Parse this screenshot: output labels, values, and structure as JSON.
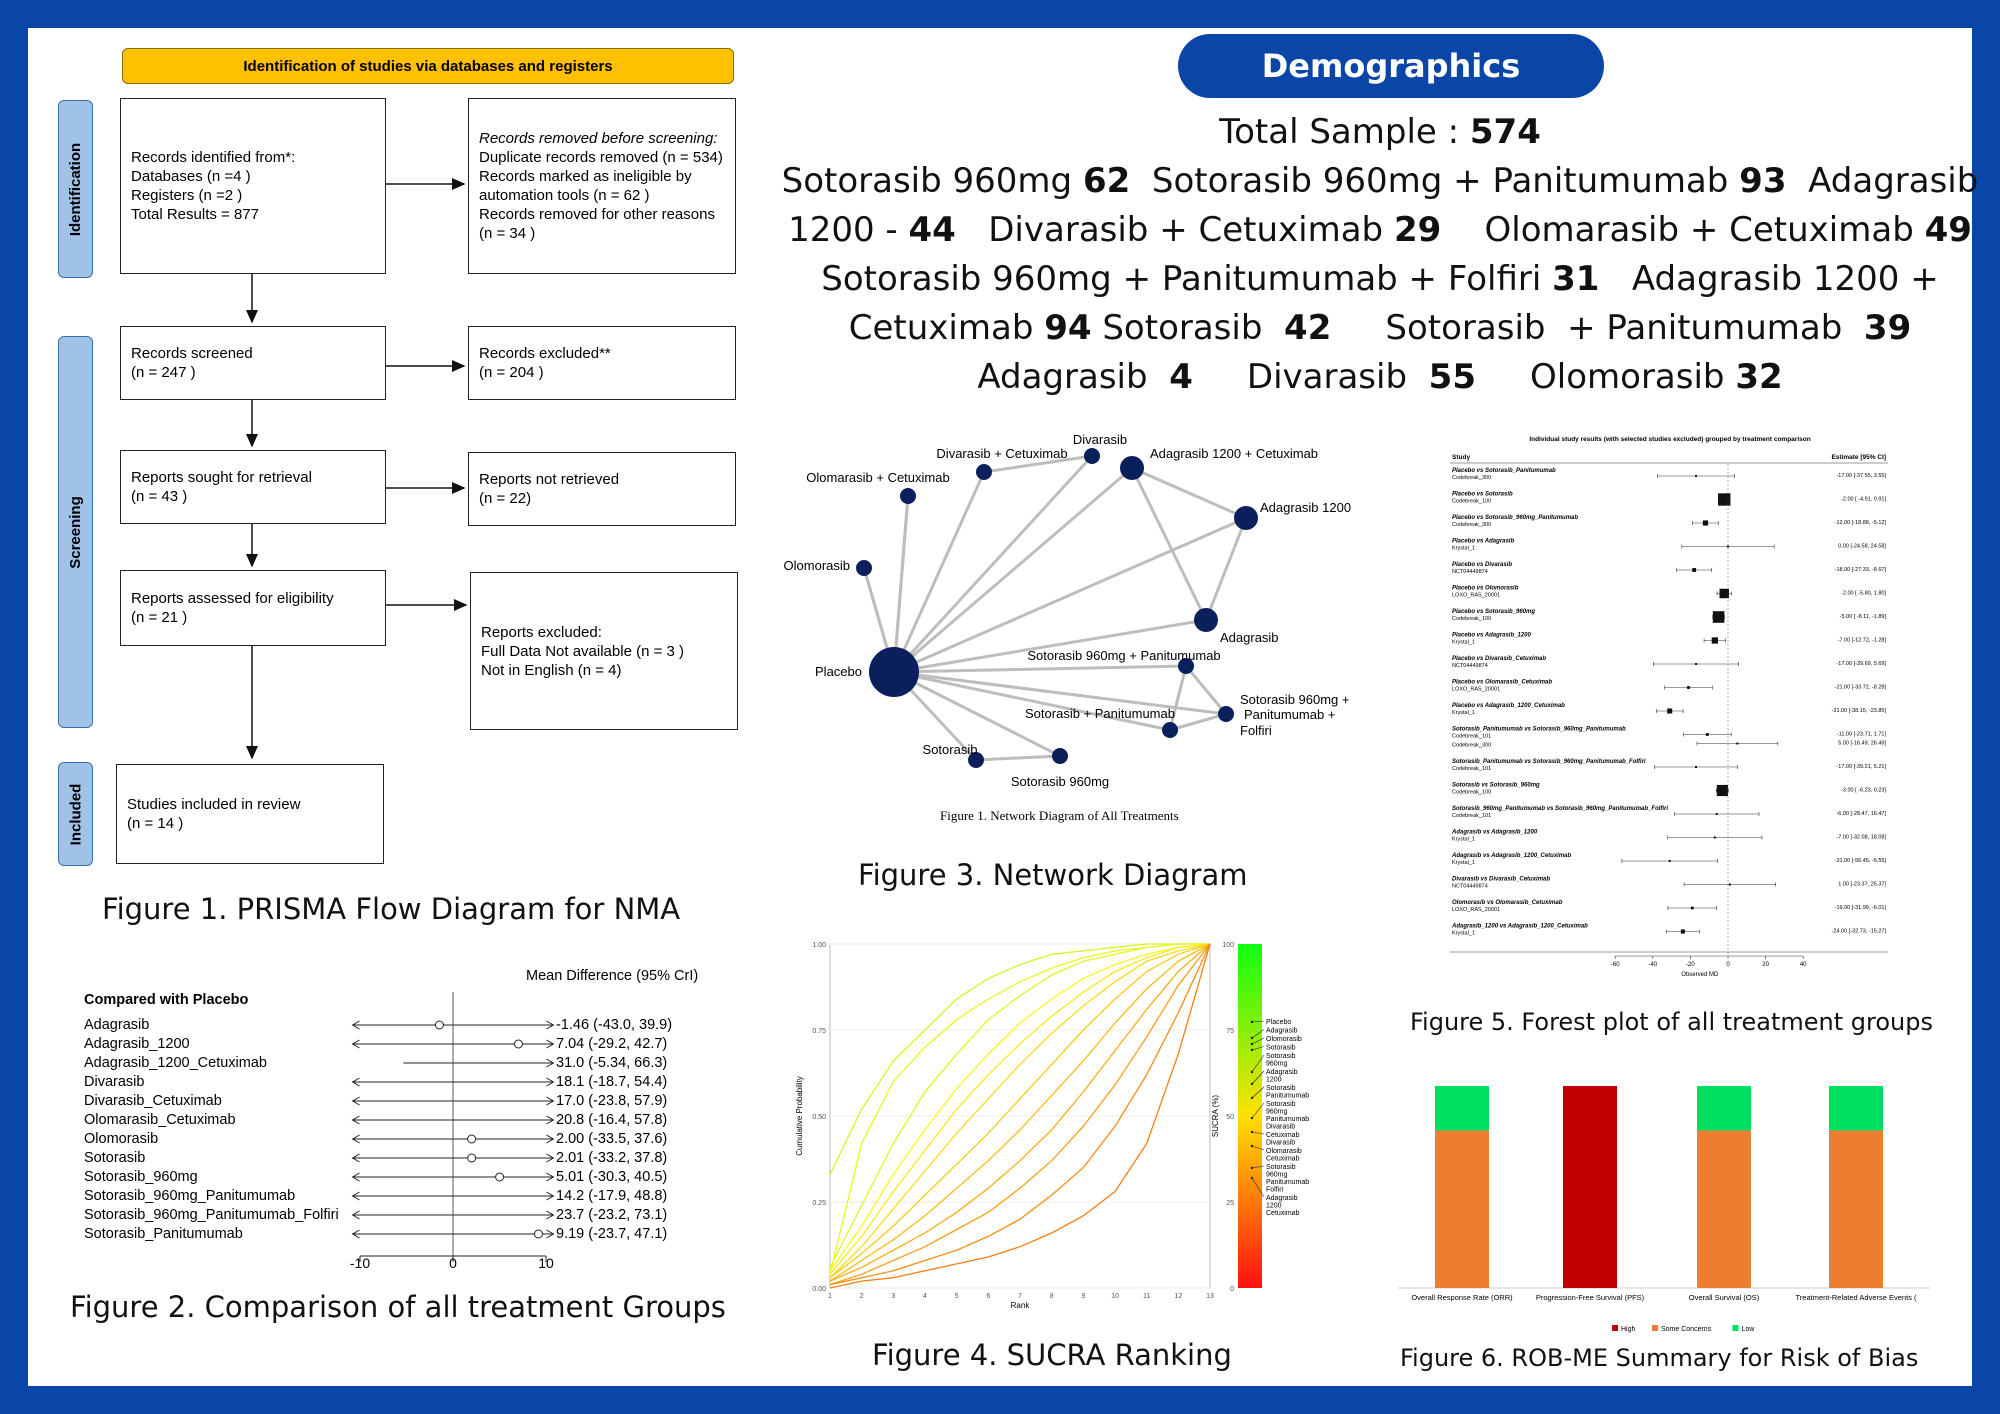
{
  "prisma": {
    "header": "Identification of studies via databases and registers",
    "stages": [
      "Identification",
      "Screening",
      "Included"
    ],
    "boxes": {
      "identified": [
        "Records identified from*:",
        "Databases (n =4 )",
        "Registers (n =2 )",
        "Total Results = 877"
      ],
      "removed_before": [
        "Records removed before screening:",
        "Duplicate records removed  (n = 534)",
        "Records marked as ineligible by automation tools (n = 62 )",
        "Records removed for other reasons (n = 34 )"
      ],
      "screened": [
        "Records screened",
        "(n = 247 )"
      ],
      "excluded": [
        "Records excluded**",
        "(n = 204 )"
      ],
      "sought": [
        "Reports sought for retrieval",
        "(n = 43 )"
      ],
      "not_retrieved": [
        "Reports not retrieved",
        "(n = 22)"
      ],
      "assessed": [
        "Reports assessed for eligibility",
        "(n = 21 )"
      ],
      "reports_excluded": [
        "Reports excluded:",
        "Full Data Not available (n = 3 )",
        "Not in English (n = 4)"
      ],
      "included": [
        "Studies included in review",
        "(n = 14 )"
      ]
    }
  },
  "captions": {
    "fig1": "Figure 1. PRISMA Flow Diagram for NMA",
    "fig2": "Figure 2. Comparison of all treatment Groups",
    "fig3": "Figure 3. Network Diagram",
    "fig4": "Figure 4. SUCRA Ranking",
    "fig5": "Figure 5. Forest plot of all treatment groups",
    "fig6": "Figure 6. ROB-ME Summary for Risk of Bias"
  },
  "demographics": {
    "title": "Demographics",
    "total_label": "Total Sample : ",
    "total_value": "574",
    "lines": [
      [
        [
          "Sotorasib 960mg ",
          "62"
        ],
        [
          "  Sotorasib 960mg + Panitumumab ",
          "93"
        ],
        [
          "  Adagrasib",
          ""
        ]
      ],
      [
        [
          "1200 - ",
          "44"
        ],
        [
          "   Divarasib + Cetuximab ",
          "29"
        ],
        [
          "    Olomarasib + Cetuximab ",
          "49"
        ]
      ],
      [
        [
          "Sotorasib 960mg + Panitumumab + Folfiri ",
          "31"
        ],
        [
          "   Adagrasib 1200 +",
          ""
        ]
      ],
      [
        [
          "Cetuximab ",
          "94"
        ],
        [
          " Sotorasib  ",
          "42"
        ],
        [
          "     Sotorasib  + Panitumumab  ",
          "39"
        ]
      ],
      [
        [
          "Adagrasib  ",
          "4"
        ],
        [
          "     Divarasib  ",
          "55"
        ],
        [
          "     Olomorasib ",
          "32"
        ]
      ]
    ]
  },
  "network": {
    "caption": "Figure 1. Network Diagram of All Treatments",
    "nodes": [
      {
        "label": "Placebo",
        "size": 7
      },
      {
        "label": "Divarasib + Cetuximab",
        "size": 2
      },
      {
        "label": "Divarasib",
        "size": 2
      },
      {
        "label": "Adagrasib 1200 + Cetuximab",
        "size": 3
      },
      {
        "label": "Olomarasib + Cetuximab",
        "size": 2
      },
      {
        "label": "Adagrasib 1200",
        "size": 3
      },
      {
        "label": "Olomorasib",
        "size": 2
      },
      {
        "label": "Adagrasib",
        "size": 3
      },
      {
        "label": "Sotorasib 960mg + Panitumumab",
        "size": 2
      },
      {
        "label": "Sotorasib 960mg + Panitumumab + Folfiri",
        "size": 2
      },
      {
        "label": "Sotorasib + Panitumumab",
        "size": 2
      },
      {
        "label": "Sotorasib",
        "size": 2
      },
      {
        "label": "Sotorasib 960mg",
        "size": 2
      }
    ]
  },
  "forest_placebo": {
    "header": "Compared with Placebo",
    "col_header": "Mean Difference (95% CrI)",
    "rows": [
      {
        "name": "Adagrasib",
        "text": "-1.46 (-43.0, 39.9)",
        "est": -1.46,
        "lo": -43.0,
        "hi": 39.9
      },
      {
        "name": "Adagrasib_1200",
        "text": "7.04 (-29.2, 42.7)",
        "est": 7.04,
        "lo": -29.2,
        "hi": 42.7
      },
      {
        "name": "Adagrasib_1200_Cetuximab",
        "text": "31.0 (-5.34, 66.3)",
        "est": 31.0,
        "lo": -5.34,
        "hi": 66.3
      },
      {
        "name": "Divarasib",
        "text": "18.1 (-18.7, 54.4)",
        "est": 18.1,
        "lo": -18.7,
        "hi": 54.4
      },
      {
        "name": "Divarasib_Cetuximab",
        "text": "17.0 (-23.8, 57.9)",
        "est": 17.0,
        "lo": -23.8,
        "hi": 57.9
      },
      {
        "name": "Olomarasib_Cetuximab",
        "text": "20.8 (-16.4, 57.8)",
        "est": 20.8,
        "lo": -16.4,
        "hi": 57.8
      },
      {
        "name": "Olomorasib",
        "text": "2.00 (-33.5, 37.6)",
        "est": 2.0,
        "lo": -33.5,
        "hi": 37.6
      },
      {
        "name": "Sotorasib",
        "text": "2.01 (-33.2, 37.8)",
        "est": 2.01,
        "lo": -33.2,
        "hi": 37.8
      },
      {
        "name": "Sotorasib_960mg",
        "text": "5.01 (-30.3, 40.5)",
        "est": 5.01,
        "lo": -30.3,
        "hi": 40.5
      },
      {
        "name": "Sotorasib_960mg_Panitumumab",
        "text": "14.2 (-17.9, 48.8)",
        "est": 14.2,
        "lo": -17.9,
        "hi": 48.8
      },
      {
        "name": "Sotorasib_960mg_Panitumumab_Folfiri",
        "text": "23.7 (-23.2, 73.1)",
        "est": 23.7,
        "lo": -23.2,
        "hi": 73.1
      },
      {
        "name": "Sotorasib_Panitumumab",
        "text": "9.19 (-23.7, 47.1)",
        "est": 9.19,
        "lo": -23.7,
        "hi": 47.1
      }
    ],
    "ticks": [
      "-10",
      "0",
      "10"
    ]
  },
  "chart_data": [
    {
      "type": "line",
      "title": "",
      "xlabel": "Rank",
      "ylabel": "Cumulative Probability",
      "x": [
        1,
        2,
        3,
        4,
        5,
        6,
        7,
        8,
        9,
        10,
        11,
        12,
        13
      ],
      "xlim": [
        1,
        13
      ],
      "ylim": [
        0,
        1
      ],
      "yticks": [
        "0.00",
        "0.25",
        "0.50",
        "0.75",
        "1.00"
      ],
      "colorbar_label": "SUCRA (%)",
      "colorbar_ticks": [
        "0",
        "25",
        "50",
        "75",
        "100"
      ],
      "series": [
        {
          "values": [
            0.33,
            0.52,
            0.66,
            0.75,
            0.84,
            0.9,
            0.94,
            0.97,
            0.98,
            0.99,
            1.0,
            1.0,
            1.0
          ]
        },
        {
          "values": [
            0.06,
            0.24,
            0.42,
            0.57,
            0.68,
            0.78,
            0.85,
            0.91,
            0.95,
            0.97,
            0.99,
            1.0,
            1.0
          ]
        },
        {
          "values": [
            0.04,
            0.42,
            0.6,
            0.7,
            0.78,
            0.84,
            0.89,
            0.93,
            0.96,
            0.98,
            0.99,
            1.0,
            1.0
          ]
        },
        {
          "values": [
            0.05,
            0.18,
            0.33,
            0.46,
            0.58,
            0.68,
            0.77,
            0.84,
            0.9,
            0.94,
            0.97,
            0.99,
            1.0
          ]
        },
        {
          "values": [
            0.04,
            0.15,
            0.28,
            0.4,
            0.52,
            0.62,
            0.71,
            0.79,
            0.86,
            0.92,
            0.96,
            0.99,
            1.0
          ]
        },
        {
          "values": [
            0.03,
            0.12,
            0.23,
            0.34,
            0.45,
            0.55,
            0.65,
            0.74,
            0.82,
            0.89,
            0.95,
            0.98,
            1.0
          ]
        },
        {
          "values": [
            0.03,
            0.1,
            0.18,
            0.27,
            0.36,
            0.45,
            0.55,
            0.65,
            0.75,
            0.84,
            0.92,
            0.97,
            1.0
          ]
        },
        {
          "values": [
            0.02,
            0.08,
            0.14,
            0.21,
            0.29,
            0.37,
            0.46,
            0.56,
            0.66,
            0.77,
            0.87,
            0.95,
            1.0
          ]
        },
        {
          "values": [
            0.02,
            0.06,
            0.11,
            0.16,
            0.22,
            0.29,
            0.37,
            0.46,
            0.57,
            0.69,
            0.81,
            0.92,
            1.0
          ]
        },
        {
          "values": [
            0.01,
            0.04,
            0.08,
            0.12,
            0.17,
            0.22,
            0.29,
            0.37,
            0.47,
            0.59,
            0.73,
            0.88,
            1.0
          ]
        },
        {
          "values": [
            0.01,
            0.03,
            0.05,
            0.08,
            0.11,
            0.15,
            0.2,
            0.27,
            0.35,
            0.47,
            0.62,
            0.8,
            1.0
          ]
        },
        {
          "values": [
            0.0,
            0.02,
            0.03,
            0.05,
            0.07,
            0.09,
            0.12,
            0.16,
            0.21,
            0.28,
            0.42,
            0.68,
            1.0
          ]
        }
      ],
      "sucra_labels": [
        "Placebo",
        "Adagrasib",
        "Olomorasib",
        "Sotorasib",
        "Sotorasib 960mg",
        "Adagrasib 1200",
        "Sotorasib Panitumumab",
        "Sotorasib 960mg Panitumumab Divarasib",
        "Cetuximab Divarasib",
        "Olomarasib Cetuximab",
        "Sotorasib 960mg Panitumumab Folfiri",
        "Adagrasib 1200 Cetuximab"
      ]
    },
    {
      "type": "bar",
      "title": "",
      "stacked": true,
      "categories": [
        "Overall Response Rate (ORR)",
        "Progression-Free Survival (PFS)",
        "Overall Survival (OS)",
        "Treatment-Related Adverse Events (TRAEs)"
      ],
      "series": [
        {
          "name": "High",
          "color": "#c00000",
          "values": [
            0,
            100,
            0,
            0
          ]
        },
        {
          "name": "Some Concerns",
          "color": "#ed7d31",
          "values": [
            78,
            0,
            78,
            78
          ]
        },
        {
          "name": "Low",
          "color": "#00e060",
          "values": [
            22,
            0,
            22,
            22
          ]
        }
      ],
      "ylim": [
        0,
        100
      ]
    },
    {
      "type": "scatter",
      "title": "Individual study results (with selected studies excluded) grouped by treatment comparison",
      "col_study": "Study",
      "col_est": "Estimate [95% CI]",
      "xlabel": "Observed MD",
      "xticks": [
        "-60",
        "-40",
        "-20",
        "0",
        "20",
        "40"
      ],
      "xlim": [
        -60,
        40
      ],
      "groups": [
        {
          "name": "Placebo vs Sotorasib_Panitumumab",
          "studies": [
            {
              "id": "Codebreak_300",
              "text": "-17.00 [-37.55,  3.55]",
              "est": -17,
              "lo": -37.55,
              "hi": 3.55
            }
          ]
        },
        {
          "name": "Placebo vs Sotorasib",
          "studies": [
            {
              "id": "Codebreak_100",
              "text": "-2.00 [ -4.91,  0.91]",
              "est": -2,
              "lo": -4.91,
              "hi": 0.91
            }
          ]
        },
        {
          "name": "Placebo vs Sotorasib_960mg_Panitumumab",
          "studies": [
            {
              "id": "Codebreak_300",
              "text": "-12.00 [-18.88, -5.12]",
              "est": -12,
              "lo": -18.88,
              "hi": -5.12
            }
          ]
        },
        {
          "name": "Placebo vs Adagrasib",
          "studies": [
            {
              "id": "Krystal_1",
              "text": "0.00 [-24.58, 24.58]",
              "est": 0,
              "lo": -24.58,
              "hi": 24.58
            }
          ]
        },
        {
          "name": "Placebo vs Divarasib",
          "studies": [
            {
              "id": "NCT04449874",
              "text": "-18.00 [-27.33, -8.67]",
              "est": -18,
              "lo": -27.33,
              "hi": -8.67
            }
          ]
        },
        {
          "name": "Placebo vs Olomorasib",
          "studies": [
            {
              "id": "LOXO_RAS_20001",
              "text": "-2.00 [ -5.80,  1.80]",
              "est": -2,
              "lo": -5.8,
              "hi": 1.8
            }
          ]
        },
        {
          "name": "Placebo vs Sotorasib_960mg",
          "studies": [
            {
              "id": "Codebreak_100",
              "text": "-5.00 [ -8.11, -1.89]",
              "est": -5,
              "lo": -8.11,
              "hi": -1.89
            }
          ]
        },
        {
          "name": "Placebo vs Adagrasib_1200",
          "studies": [
            {
              "id": "Krystal_1",
              "text": "-7.00 [-12.72, -1.28]",
              "est": -7,
              "lo": -12.72,
              "hi": -1.28
            }
          ]
        },
        {
          "name": "Placebo vs Divarasib_Cetuximab",
          "studies": [
            {
              "id": "NCT04449874",
              "text": "-17.00 [-39.69,  5.69]",
              "est": -17,
              "lo": -39.69,
              "hi": 5.69
            }
          ]
        },
        {
          "name": "Placebo vs Olomarasib_Cetuximab",
          "studies": [
            {
              "id": "LOXO_RAS_20001",
              "text": "-21.00 [-33.72, -8.28]",
              "est": -21,
              "lo": -33.72,
              "hi": -8.28
            }
          ]
        },
        {
          "name": "Placebo vs Adagrasib_1200_Cetuximab",
          "studies": [
            {
              "id": "Krystal_1",
              "text": "-31.00 [-38.15, -23.85]",
              "est": -31,
              "lo": -38.15,
              "hi": -23.85
            }
          ]
        },
        {
          "name": "Sotorasib_Panitumumab vs Sotorasib_960mg_Panitumumab",
          "studies": [
            {
              "id": "Codebreak_101",
              "text": "-11.00 [-23.71,  1.71]",
              "est": -11,
              "lo": -23.71,
              "hi": 1.71
            },
            {
              "id": "Codebreak_300",
              "text": "5.00 [-16.49, 26.49]",
              "est": 5,
              "lo": -16.49,
              "hi": 26.49
            }
          ]
        },
        {
          "name": "Sotorasib_Panitumumab vs Sotorasib_960mg_Panitumumab_Folfiri",
          "studies": [
            {
              "id": "Codebreak_101",
              "text": "-17.00 [-39.21,  5.21]",
              "est": -17,
              "lo": -39.21,
              "hi": 5.21
            }
          ]
        },
        {
          "name": "Sotorasib vs Sotorasib_960mg",
          "studies": [
            {
              "id": "Codebreak_100",
              "text": "-3.00 [ -6.23,  0.23]",
              "est": -3,
              "lo": -6.23,
              "hi": 0.23
            }
          ]
        },
        {
          "name": "Sotorasib_960mg_Panitumumab vs Sotorasib_960mg_Panitumumab_Folfiri",
          "studies": [
            {
              "id": "Codebreak_101",
              "text": "-6.00 [-28.47, 16.47]",
              "est": -6,
              "lo": -28.47,
              "hi": 16.47
            }
          ]
        },
        {
          "name": "Adagrasib vs Adagrasib_1200",
          "studies": [
            {
              "id": "Krystal_1",
              "text": "-7.00 [-32.08, 18.08]",
              "est": -7,
              "lo": -32.08,
              "hi": 18.08
            }
          ]
        },
        {
          "name": "Adagrasib vs Adagrasib_1200_Cetuximab",
          "studies": [
            {
              "id": "Krystal_1",
              "text": "-31.00 [-56.45, -5.55]",
              "est": -31,
              "lo": -56.45,
              "hi": -5.55
            }
          ]
        },
        {
          "name": "Divarasib vs Divarasib_Cetuximab",
          "studies": [
            {
              "id": "NCT04449874",
              "text": "1.00 [-23.37, 25.37]",
              "est": 1,
              "lo": -23.37,
              "hi": 25.37
            }
          ]
        },
        {
          "name": "Olomorasib vs Olomarasib_Cetuximab",
          "studies": [
            {
              "id": "LOXO_RAS_20001",
              "text": "-19.00 [-31.99, -6.01]",
              "est": -19,
              "lo": -31.99,
              "hi": -6.01
            }
          ]
        },
        {
          "name": "Adagrasib_1200 vs Adagrasib_1200_Cetuximab",
          "studies": [
            {
              "id": "Krystal_1",
              "text": "-24.00 [-32.73, -15.27]",
              "est": -24,
              "lo": -32.73,
              "hi": -15.27
            }
          ]
        }
      ]
    }
  ]
}
